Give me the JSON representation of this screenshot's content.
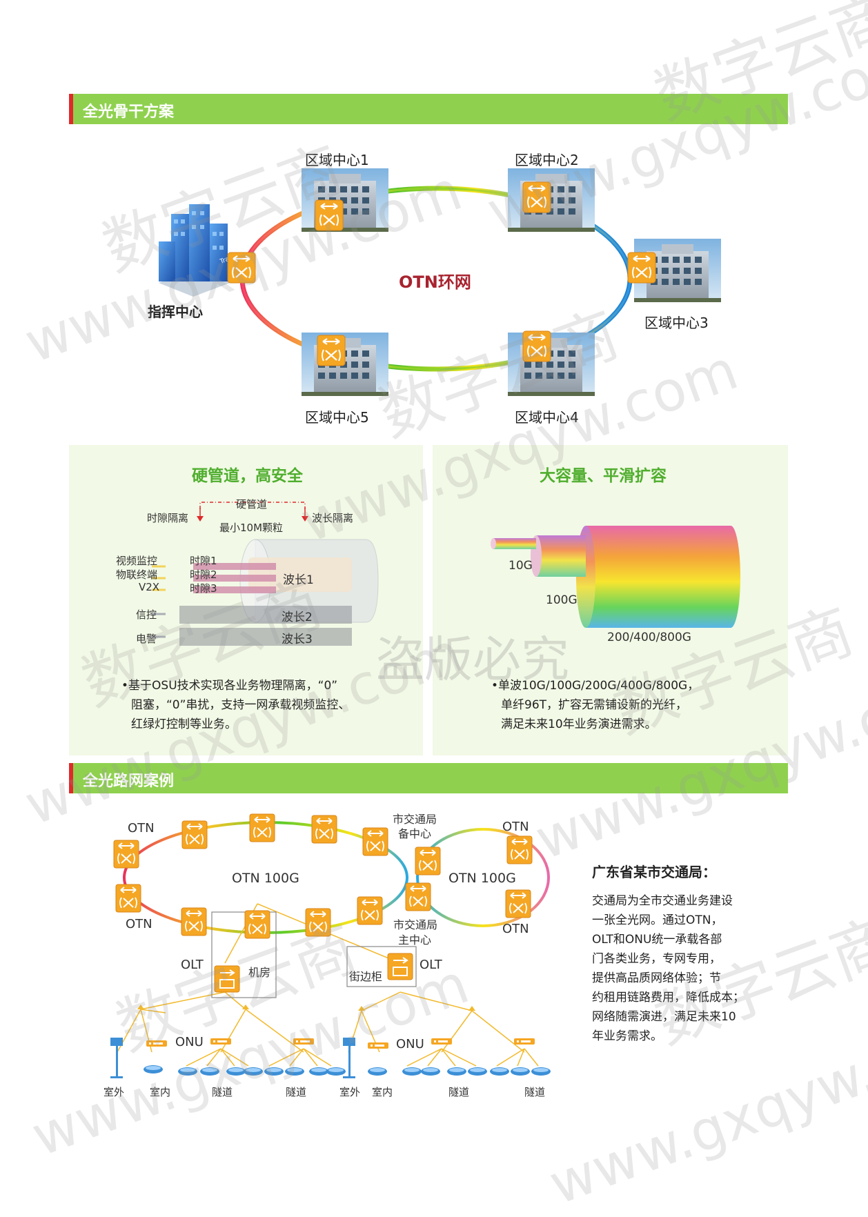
{
  "section1": {
    "title": "全光骨干方案"
  },
  "ring": {
    "label": "OTN环网",
    "command": "指挥中心",
    "centers": [
      "区域中心1",
      "区域中心2",
      "区域中心3",
      "区域中心4",
      "区域中心5"
    ],
    "building_sign": "Trade Ce"
  },
  "panel_left": {
    "title": "硬管道，高安全",
    "hard_pipe": "硬管道",
    "slot_iso": "时隙隔离",
    "min_grain": "最小10M颗粒",
    "wave_iso": "波长隔离",
    "services": [
      "视频监控",
      "物联终端",
      "V2X",
      "信控",
      "电警"
    ],
    "slots": [
      "时隙1",
      "时隙2",
      "时隙3"
    ],
    "waves": [
      "波长1",
      "波长2",
      "波长3"
    ],
    "bullet_lines": [
      "•基于OSU技术实现各业务物理隔离，“0”",
      "阻塞，“0”串扰，支持一网承载视频监控、",
      "红绿灯控制等业务。"
    ]
  },
  "panel_right": {
    "title": "大容量、平滑扩容",
    "cap_10g": "10G",
    "cap_100g": "100G",
    "cap_big": "200/400/800G",
    "bullet_lines": [
      "•单波10G/100G/200G/400G/800G，",
      "单纤96T，扩容无需铺设新的光纤，",
      "满足未来10年业务演进需求。"
    ]
  },
  "section2": {
    "title": "全光路网案例"
  },
  "case": {
    "otn": "OTN",
    "ring_label": "OTN 100G",
    "backup_center": [
      "市交通局",
      "备中心"
    ],
    "main_center": [
      "市交通局",
      "主中心"
    ],
    "olt": "OLT",
    "room": "机房",
    "street": "街边柜",
    "onu": "ONU",
    "outdoor": "室外",
    "indoor": "室内",
    "tunnel": "隧道",
    "heading": "广东省某市交通局：",
    "desc_lines": [
      "交通局为全市交通业务建设",
      "一张全光网。通过OTN，",
      "OLT和ONU统一承载各部",
      "门各类业务，专网专用，",
      "提供高品质网络体验；节",
      "约租用链路费用，降低成本；",
      "网络随需演进，满足未来10",
      "年业务需求。"
    ]
  },
  "watermark": {
    "site": "www.gxqyw.com",
    "brand": "数字云商",
    "notice": "盗版必究"
  },
  "colors": {
    "green": "#8fd14f",
    "red_accent": "#e0292b",
    "orange": "#f5a623",
    "title_green": "#4fae2e",
    "ring_label": "#a8232f"
  }
}
